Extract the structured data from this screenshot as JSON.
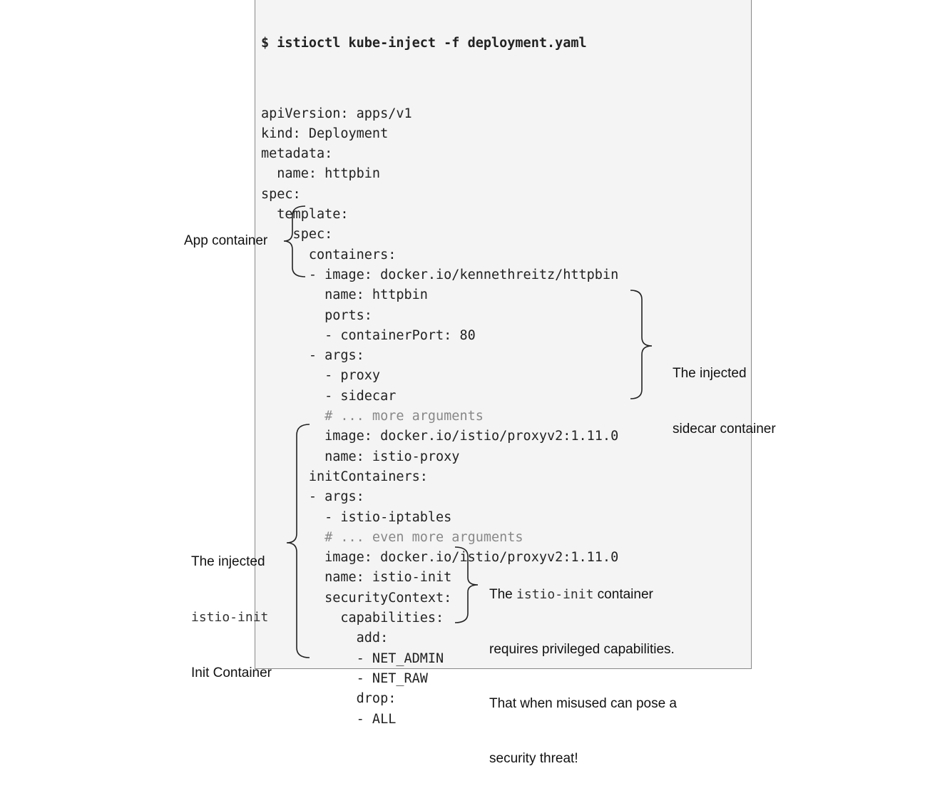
{
  "command": "$ istioctl kube-inject -f deployment.yaml",
  "yaml_lines": [
    {
      "text": "",
      "type": "blank"
    },
    {
      "text": "apiVersion: apps/v1",
      "type": "code"
    },
    {
      "text": "kind: Deployment",
      "type": "code"
    },
    {
      "text": "metadata:",
      "type": "code"
    },
    {
      "text": "  name: httpbin",
      "type": "code"
    },
    {
      "text": "spec:",
      "type": "code"
    },
    {
      "text": "  template:",
      "type": "code"
    },
    {
      "text": "    spec:",
      "type": "code"
    },
    {
      "text": "      containers:",
      "type": "code"
    },
    {
      "text": "      - image: docker.io/kennethreitz/httpbin",
      "type": "code"
    },
    {
      "text": "        name: httpbin",
      "type": "code"
    },
    {
      "text": "        ports:",
      "type": "code"
    },
    {
      "text": "        - containerPort: 80",
      "type": "code"
    },
    {
      "text": "      - args:",
      "type": "code"
    },
    {
      "text": "        - proxy",
      "type": "code"
    },
    {
      "text": "        - sidecar",
      "type": "code"
    },
    {
      "text": "        # ... more arguments",
      "type": "comment"
    },
    {
      "text": "        image: docker.io/istio/proxyv2:1.11.0",
      "type": "code"
    },
    {
      "text": "        name: istio-proxy",
      "type": "code"
    },
    {
      "text": "      initContainers:",
      "type": "code"
    },
    {
      "text": "      - args:",
      "type": "code"
    },
    {
      "text": "        - istio-iptables",
      "type": "code"
    },
    {
      "text": "        # ... even more arguments",
      "type": "comment"
    },
    {
      "text": "        image: docker.io/istio/proxyv2:1.11.0",
      "type": "code"
    },
    {
      "text": "        name: istio-init",
      "type": "code"
    },
    {
      "text": "        securityContext:",
      "type": "code"
    },
    {
      "text": "          capabilities:",
      "type": "code"
    },
    {
      "text": "            add:",
      "type": "code"
    },
    {
      "text": "            - NET_ADMIN",
      "type": "code"
    },
    {
      "text": "            - NET_RAW",
      "type": "code"
    },
    {
      "text": "            drop:",
      "type": "code"
    },
    {
      "text": "            - ALL",
      "type": "code"
    }
  ],
  "annotations": {
    "app_container": "App container",
    "sidecar_line1": "The injected",
    "sidecar_line2": "sidecar container",
    "init_line1": "The injected",
    "init_line2": "istio-init",
    "init_line3": "Init Container",
    "priv_prefix": "The ",
    "priv_code": "istio-init",
    "priv_suffix": " container",
    "priv_line2": "requires privileged capabilities.",
    "priv_line3": "That when misused can pose a",
    "priv_line4": "security threat!"
  }
}
